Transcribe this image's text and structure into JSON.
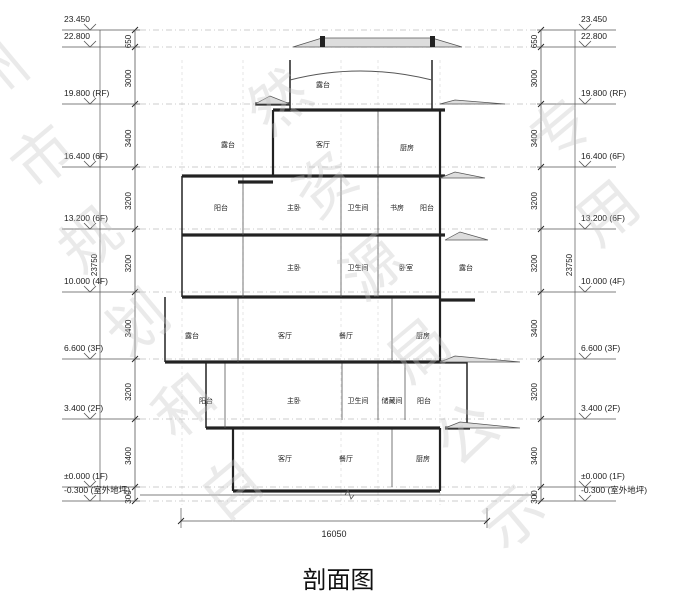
{
  "title": "剖面图",
  "watermark": "州市规划和自然资源局公示专用",
  "colors": {
    "line": "#222222",
    "thin": "#555555",
    "dash": "#9a9a9a",
    "watermark": "#c4c4c4",
    "roof": "#dddddd"
  },
  "elevations_left": [
    {
      "label": "23.450"
    },
    {
      "label": "22.800"
    },
    {
      "label": "19.800 (RF)"
    },
    {
      "label": "16.400 (6F)"
    },
    {
      "label": "13.200 (6F)"
    },
    {
      "label": "10.000 (4F)"
    },
    {
      "label": "6.600 (3F)"
    },
    {
      "label": "3.400 (2F)"
    },
    {
      "label": "±0.000 (1F)"
    },
    {
      "label": "-0.300 (室外地坪)"
    }
  ],
  "elevations_right": [
    {
      "label": "23.450"
    },
    {
      "label": "22.800"
    },
    {
      "label": "19.800 (RF)"
    },
    {
      "label": "16.400 (6F)"
    },
    {
      "label": "13.200 (6F)"
    },
    {
      "label": "10.000 (4F)"
    },
    {
      "label": "6.600 (3F)"
    },
    {
      "label": "3.400 (2F)"
    },
    {
      "label": "±0.000 (1F)"
    },
    {
      "label": "-0.300 (室外地坪)"
    }
  ],
  "storey_dims": [
    "650",
    "3000",
    "3400",
    "3200",
    "3200",
    "3400",
    "3200",
    "3400",
    "300"
  ],
  "total_height": "23750",
  "overall_width": "16050",
  "rooms": [
    {
      "text": "露台"
    },
    {
      "text": "客厅"
    },
    {
      "text": "厨房"
    },
    {
      "text": "露台"
    },
    {
      "text": "阳台"
    },
    {
      "text": "主卧"
    },
    {
      "text": "卫生间"
    },
    {
      "text": "书房"
    },
    {
      "text": "阳台"
    },
    {
      "text": "主卧"
    },
    {
      "text": "卫生间"
    },
    {
      "text": "卧室"
    },
    {
      "text": "露台"
    },
    {
      "text": "露台"
    },
    {
      "text": "客厅"
    },
    {
      "text": "餐厅"
    },
    {
      "text": "厨房"
    },
    {
      "text": "阳台"
    },
    {
      "text": "主卧"
    },
    {
      "text": "卫生间"
    },
    {
      "text": "储藏间"
    },
    {
      "text": "阳台"
    },
    {
      "text": "客厅"
    },
    {
      "text": "餐厅"
    },
    {
      "text": "厨房"
    }
  ]
}
